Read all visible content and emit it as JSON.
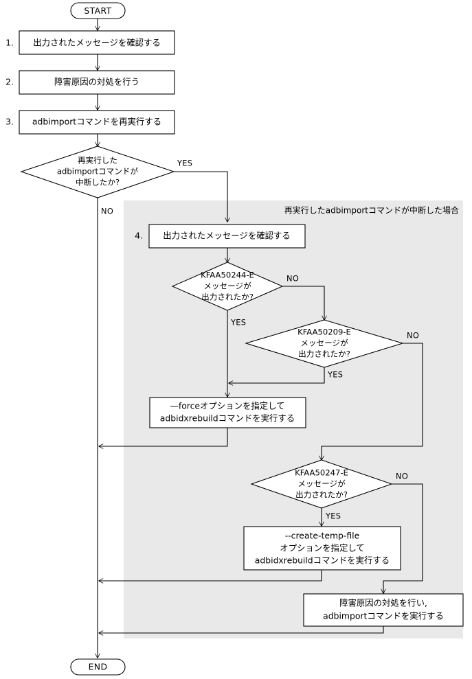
{
  "diagram": {
    "type": "flowchart",
    "orientation": "top-to-bottom",
    "background_color": "#ffffff",
    "line_color": "#000000",
    "region_fill_color": "#e9e9e9",
    "node_fill_color": "#ffffff"
  },
  "terminators": {
    "start": "START",
    "end": "END"
  },
  "steps": {
    "n1": "1.",
    "n2": "2.",
    "n3": "3.",
    "n4": "4."
  },
  "processes": {
    "check_message_1": "出力されたメッセージを確認する",
    "handle_cause": "障害原因の対処を行う",
    "rerun_adbimport": "adbimportコマンドを再実行する",
    "check_message_4": "出力されたメッセージを確認する",
    "force_rebuild_line1": "—forceオプションを指定して",
    "force_rebuild_line2": "adbidxrebuildコマンドを実行する",
    "create_temp_line1": "--create-temp-file",
    "create_temp_line2": "オプションを指定して",
    "create_temp_line3": "adbidxrebuildコマンドを実行する",
    "handle_and_run_line1": "障害原因の対処を行い,",
    "handle_and_run_line2": "adbimportコマンドを実行する"
  },
  "decisions": {
    "d_interrupted": {
      "line1": "再実行した",
      "line2": "adbimportコマンドが",
      "line3": "中断したか?"
    },
    "d_50244": {
      "line1": "KFAA50244-E",
      "line2": "メッセージが",
      "line3": "出力されたか?"
    },
    "d_50209": {
      "line1": "KFAA50209-E",
      "line2": "メッセージが",
      "line3": "出力されたか?"
    },
    "d_50247": {
      "line1": "KFAA50247-E",
      "line2": "メッセージが",
      "line3": "出力されたか?"
    }
  },
  "branch_labels": {
    "interrupted_yes": "YES",
    "interrupted_no": "NO",
    "d50244_no": "NO",
    "d50244_yes": "YES",
    "d50209_no": "NO",
    "d50209_yes": "YES",
    "d50247_no": "NO",
    "d50247_yes": "YES"
  },
  "region": {
    "caption": "再実行したadbimportコマンドが中断した場合"
  }
}
